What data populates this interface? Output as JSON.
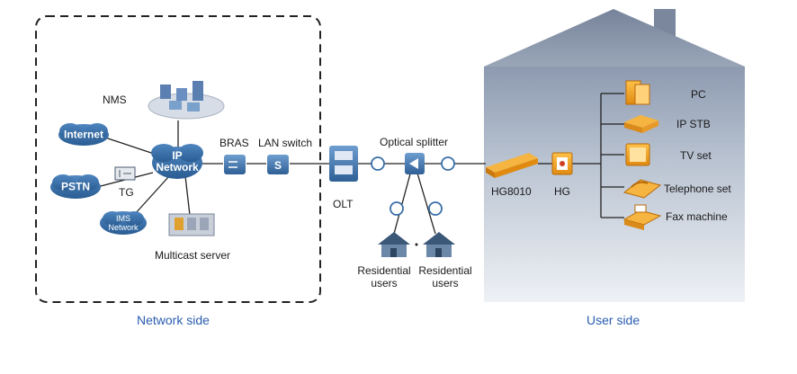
{
  "network_side": {
    "caption": "Network side",
    "nms": "NMS",
    "internet": "Internet",
    "ip_network": [
      "IP",
      "Network"
    ],
    "pstn": "PSTN",
    "tg": "TG",
    "ims_network": [
      "IMS",
      "Network"
    ],
    "multicast_server": "Multicast server",
    "bras": "BRAS",
    "lan_switch": "LAN switch"
  },
  "odn": {
    "olt": "OLT",
    "optical_splitter": "Optical splitter",
    "residential_users": [
      "Residential users",
      "Residential users"
    ]
  },
  "user_side": {
    "caption": "User side",
    "hg8010": "HG8010",
    "hg": "HG",
    "terminals": [
      "PC",
      "IP STB",
      "TV set",
      "Telephone set",
      "Fax machine"
    ]
  },
  "colors": {
    "cloud": "#3a6ea8",
    "device_orange": "#f0a020",
    "house_wall": "#aab6c6",
    "house_roof": "#8a95a8",
    "caption_blue": "#2a5db0",
    "dashed_border": "#222222"
  }
}
